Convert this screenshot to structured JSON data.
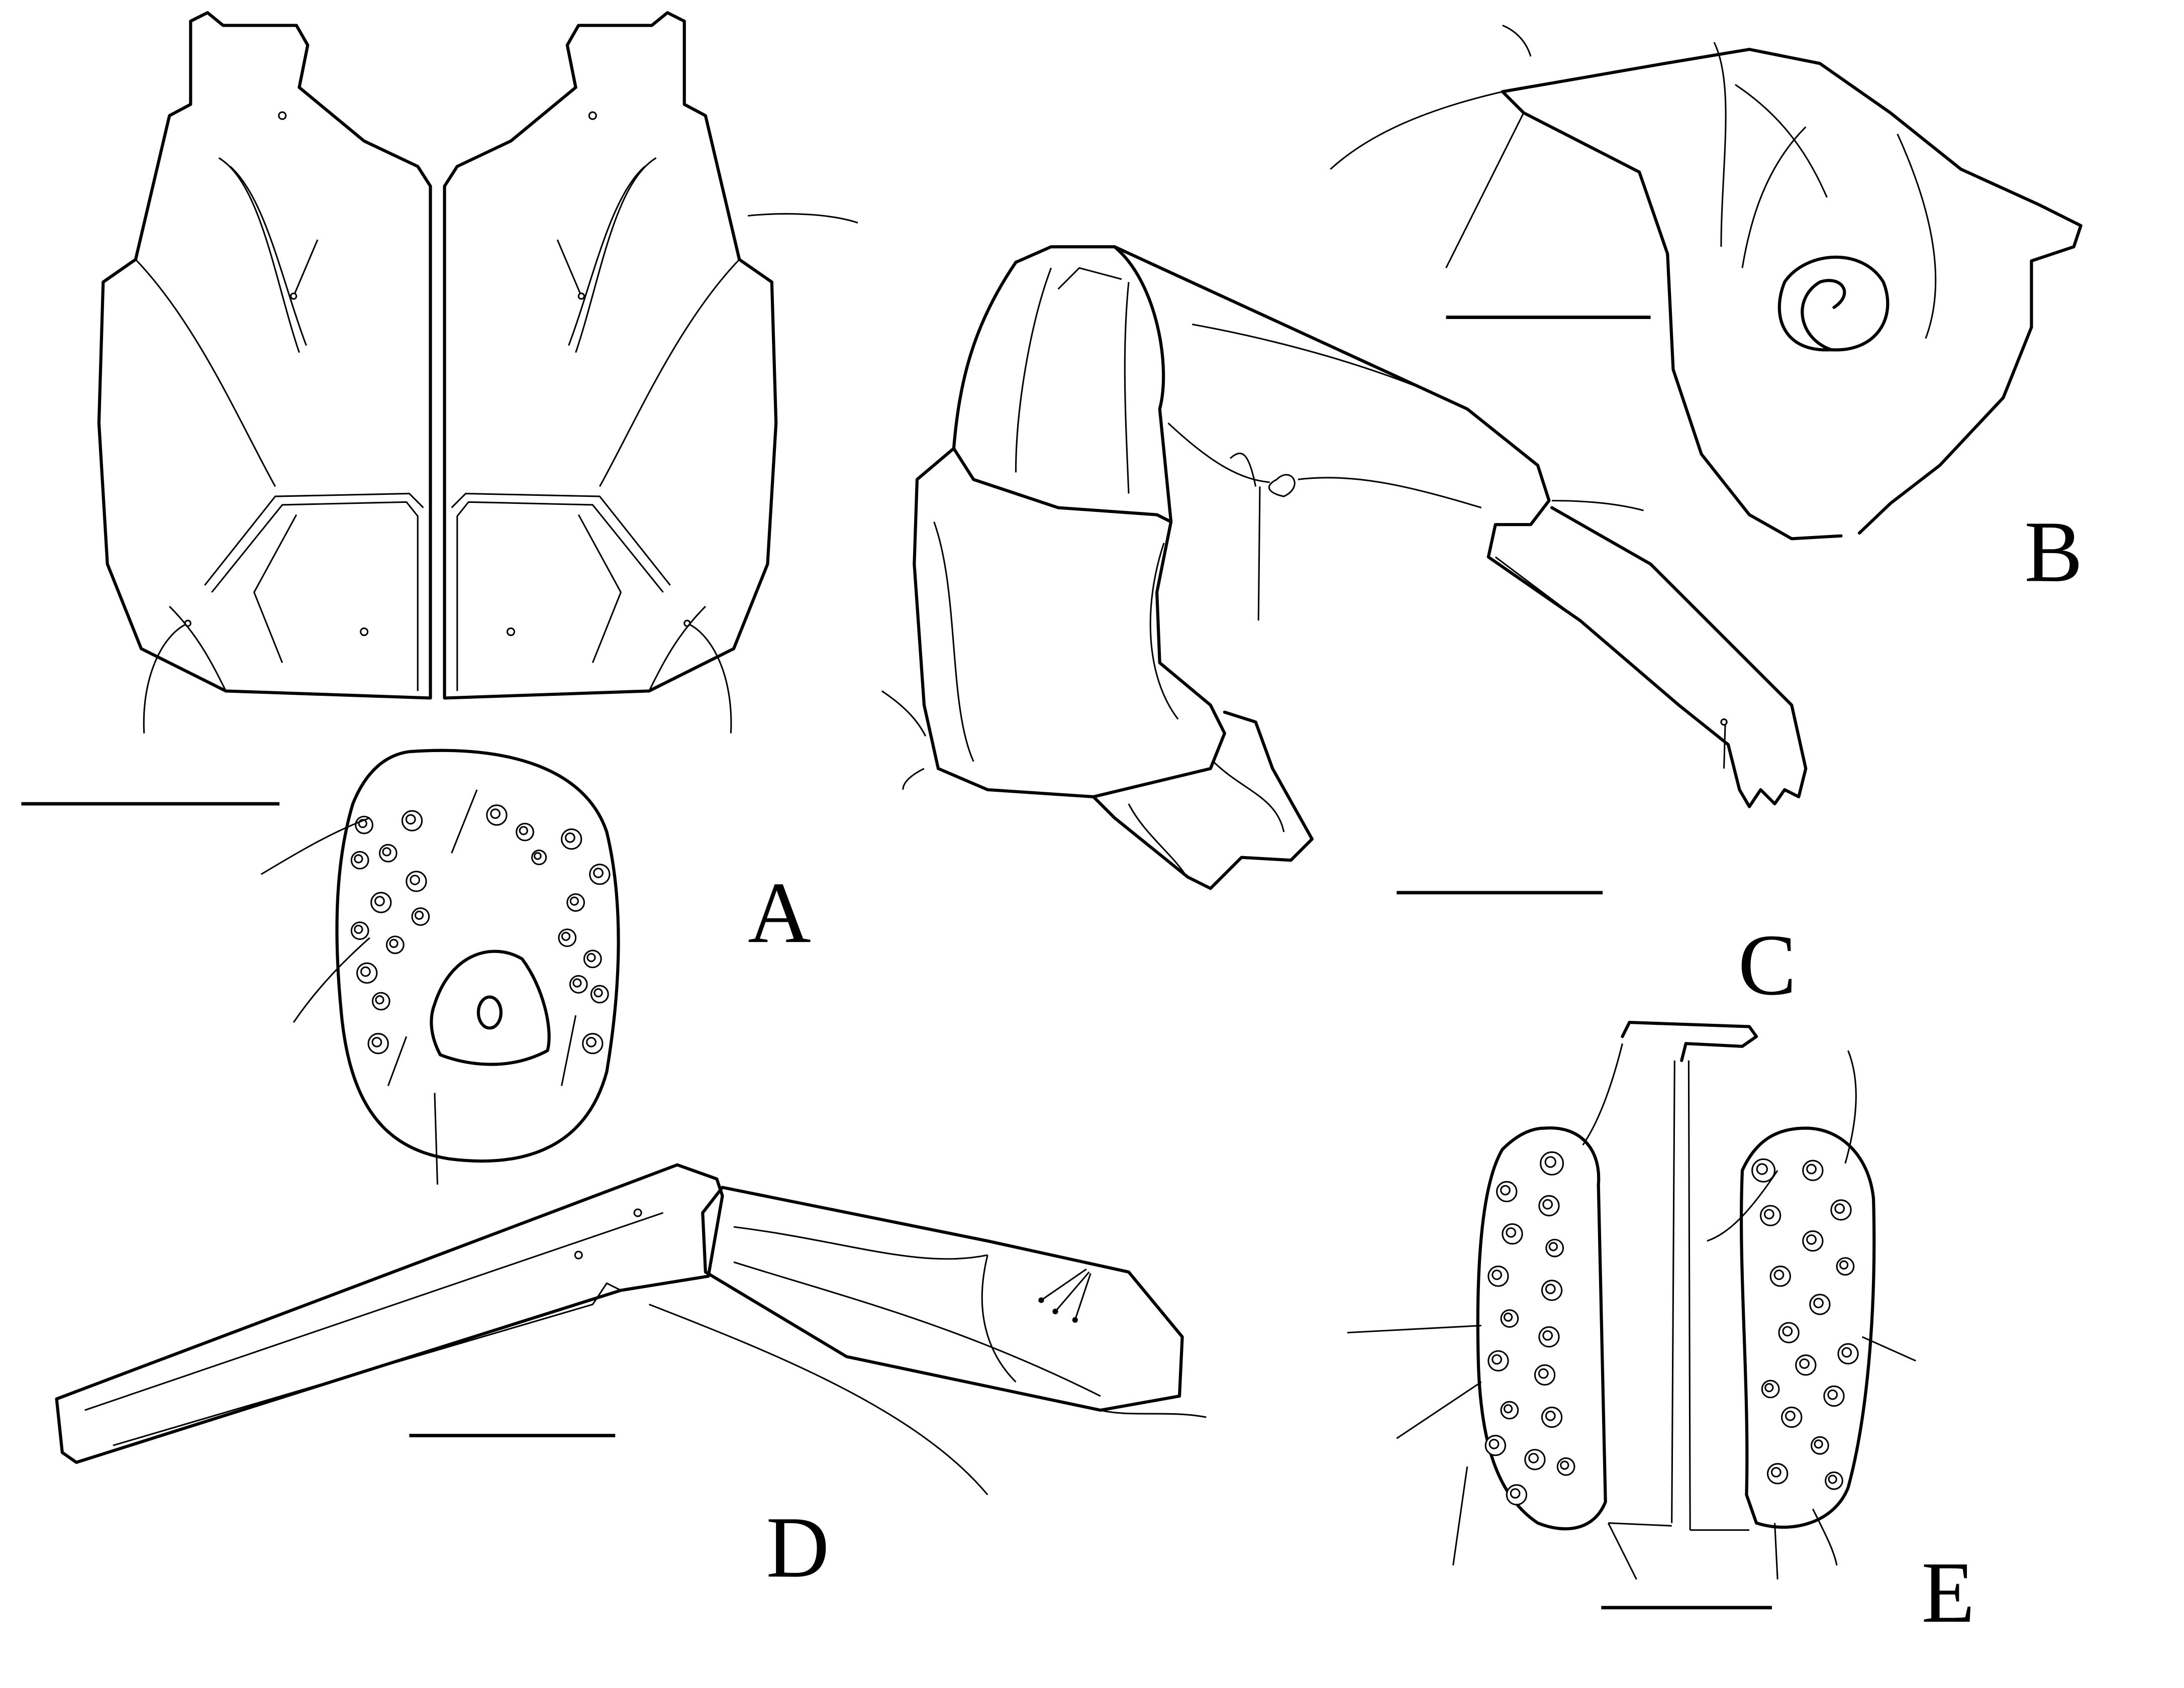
{
  "figure": {
    "panels": [
      {
        "id": "A",
        "label": "A"
      },
      {
        "id": "B",
        "label": "B"
      },
      {
        "id": "C",
        "label": "C"
      },
      {
        "id": "D",
        "label": "D"
      },
      {
        "id": "E",
        "label": "E"
      }
    ],
    "line_color": "#000000",
    "background": "#ffffff"
  }
}
